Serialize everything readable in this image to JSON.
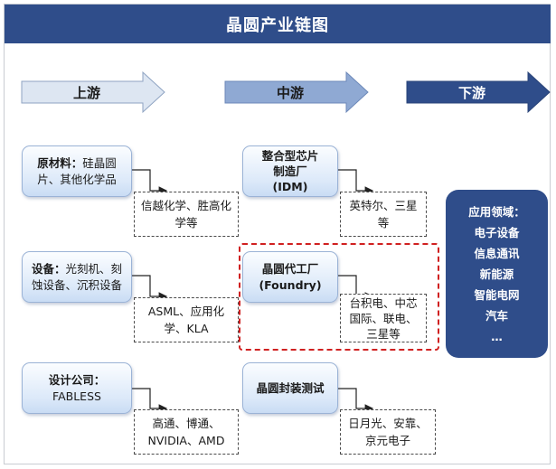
{
  "title": "晶圆产业链图",
  "stages": {
    "upstream": "上游",
    "midstream": "中游",
    "downstream": "下游"
  },
  "colors": {
    "title_bg": "#2f4d8a",
    "upstream_arrow": "#dde6f2",
    "midstream_arrow": "#8fa9d3",
    "downstream_arrow": "#2f4d8a",
    "highlight_border": "#d02020"
  },
  "upstream": {
    "materials": {
      "label": "原材料：",
      "text": "硅晶圆片、其他化学品",
      "companies": "信越化学、胜高化学等"
    },
    "equipment": {
      "label": "设备：",
      "text": "光刻机、刻蚀设备、沉积设备",
      "companies": "ASML、应用化学、KLA"
    },
    "design": {
      "label": "设计公司：",
      "text": "FABLESS",
      "companies": "高通、博通、NVIDIA、AMD"
    }
  },
  "midstream": {
    "idm": {
      "line1": "整合型芯片",
      "line2": "制造厂",
      "line3": "(IDM)",
      "companies": "英特尔、三星等"
    },
    "foundry": {
      "line1": "晶圆代工厂",
      "line2": "(Foundry)",
      "companies": "台积电、中芯国际、联电、三星等"
    },
    "packaging": {
      "text": "晶圆封装测试",
      "companies": "日月光、安靠、京元电子"
    }
  },
  "downstream": {
    "heading": "应用领域：",
    "items": [
      "电子设备",
      "信息通讯",
      "新能源",
      "智能电网",
      "汽车",
      "…"
    ]
  }
}
